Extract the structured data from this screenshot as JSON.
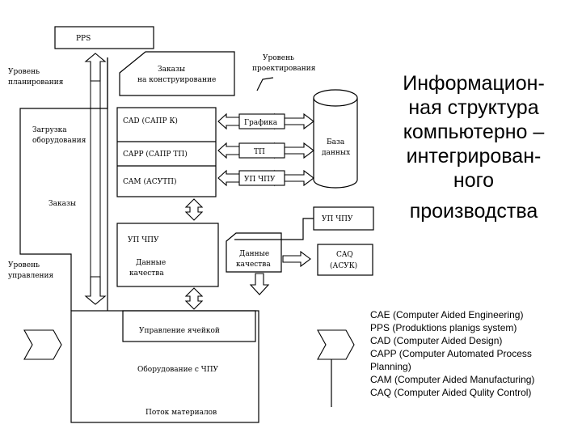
{
  "title": {
    "lines": [
      "Информацион-",
      "ная структура",
      "компьютерно –",
      "интегрирован-",
      "ного",
      "производства"
    ]
  },
  "legend": [
    "CAE (Computer Aided Engineering)",
    "PPS (Produktions planigs system)",
    "CAD (Computer Aided Design)",
    "CAPP (Computer Automated Process",
    "Planning)",
    "CAM (Computer Aided Manufacturing)",
    "CAQ (Computer Aided Qulity Control)"
  ],
  "diagram": {
    "pps": "PPS",
    "planning_level": [
      "Уровень",
      "планирования"
    ],
    "orders_line1": "Заказы",
    "orders_line2": "на конструирование",
    "design_level": [
      "Уровень",
      "проектирования"
    ],
    "equipment_load": [
      "Загрузка",
      "оборудования"
    ],
    "orders": "Заказы",
    "control_level": [
      "Уровень",
      "управления"
    ],
    "cad": "CAD (САПР К)",
    "capp": "CAPP (САПР ТП)",
    "cam": "CAM (АСУТП)",
    "graphics": "Графика",
    "tp": "ТП",
    "up_chpu": "УП ЧПУ",
    "database": [
      "База",
      "данных"
    ],
    "up_chpu_right": "УП ЧПУ",
    "up_chpu_inner": "УП ЧПУ",
    "quality_data_inner": [
      "Данные",
      "качества"
    ],
    "quality_data_middle": [
      "Данные",
      "качества"
    ],
    "caq_line1": "CAQ",
    "caq_line2": "(АСУК)",
    "cell_control": "Управление ячейкой",
    "cnc_equipment": "Оборудование с ЧПУ",
    "material_flow": "Поток материалов"
  }
}
